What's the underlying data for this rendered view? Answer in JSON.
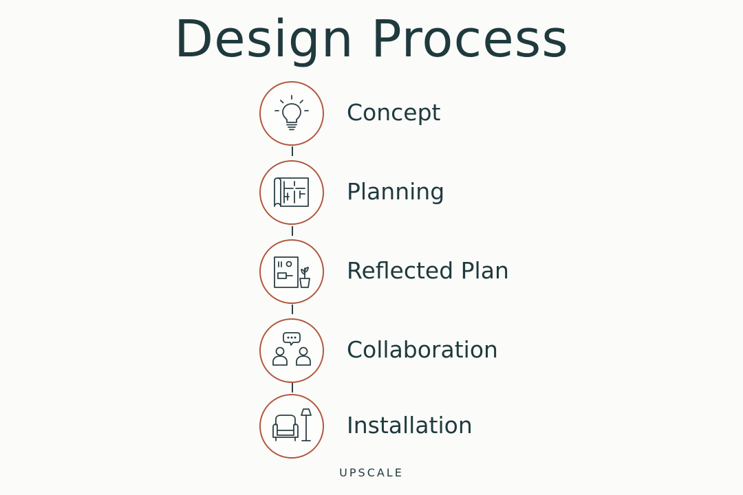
{
  "title": "Design Process",
  "brand": "UPSCALE",
  "colors": {
    "accent": "#b0573c",
    "text": "#1f3a3d",
    "background": "#fbfbfa"
  },
  "steps": [
    {
      "label": "Concept",
      "icon": "lightbulb-icon"
    },
    {
      "label": "Planning",
      "icon": "blueprint-icon"
    },
    {
      "label": "Reflected Plan",
      "icon": "floor-plan-plant-icon"
    },
    {
      "label": "Collaboration",
      "icon": "people-chat-icon"
    },
    {
      "label": "Installation",
      "icon": "armchair-lamp-icon"
    }
  ]
}
